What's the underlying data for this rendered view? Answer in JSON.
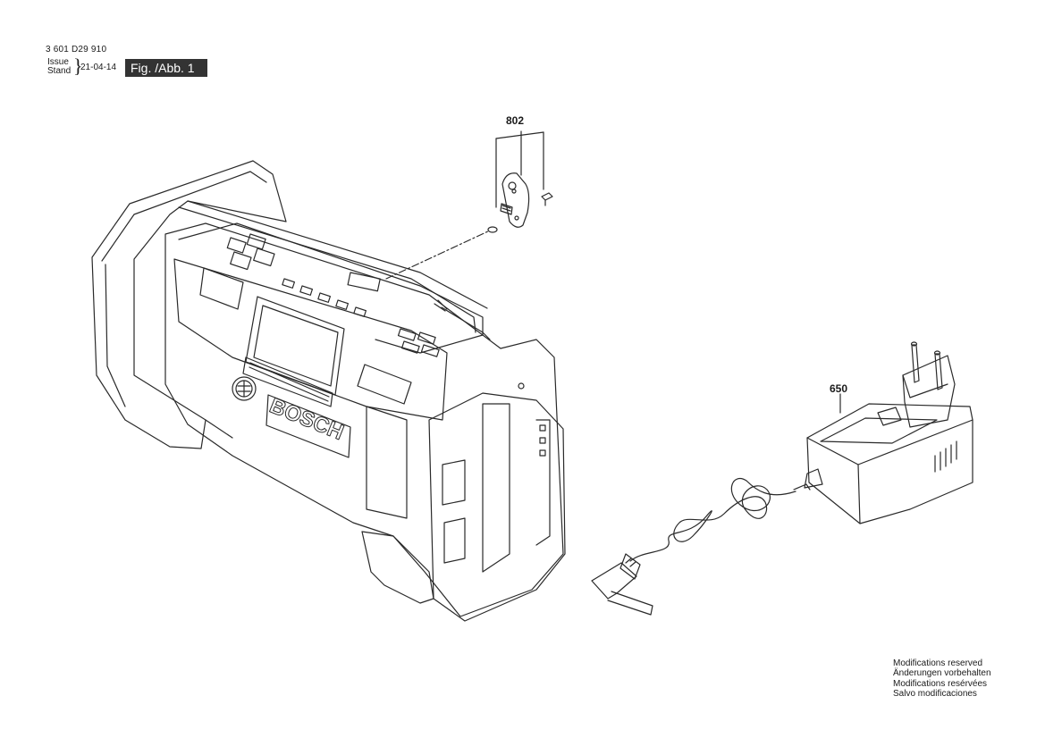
{
  "header": {
    "part_number": "3 601 D29 910",
    "issue_label": "Issue",
    "stand_label": "Stand",
    "date": "21-04-14",
    "figure_label": "Fig. /Abb. 1"
  },
  "callouts": {
    "mount": "802",
    "charger": "650"
  },
  "brand_text": "BOSCH",
  "footer": {
    "lines": [
      "Modifications reserved",
      "Änderungen vorbehalten",
      "Modifications resérvées",
      "Salvo modificaciones"
    ]
  }
}
